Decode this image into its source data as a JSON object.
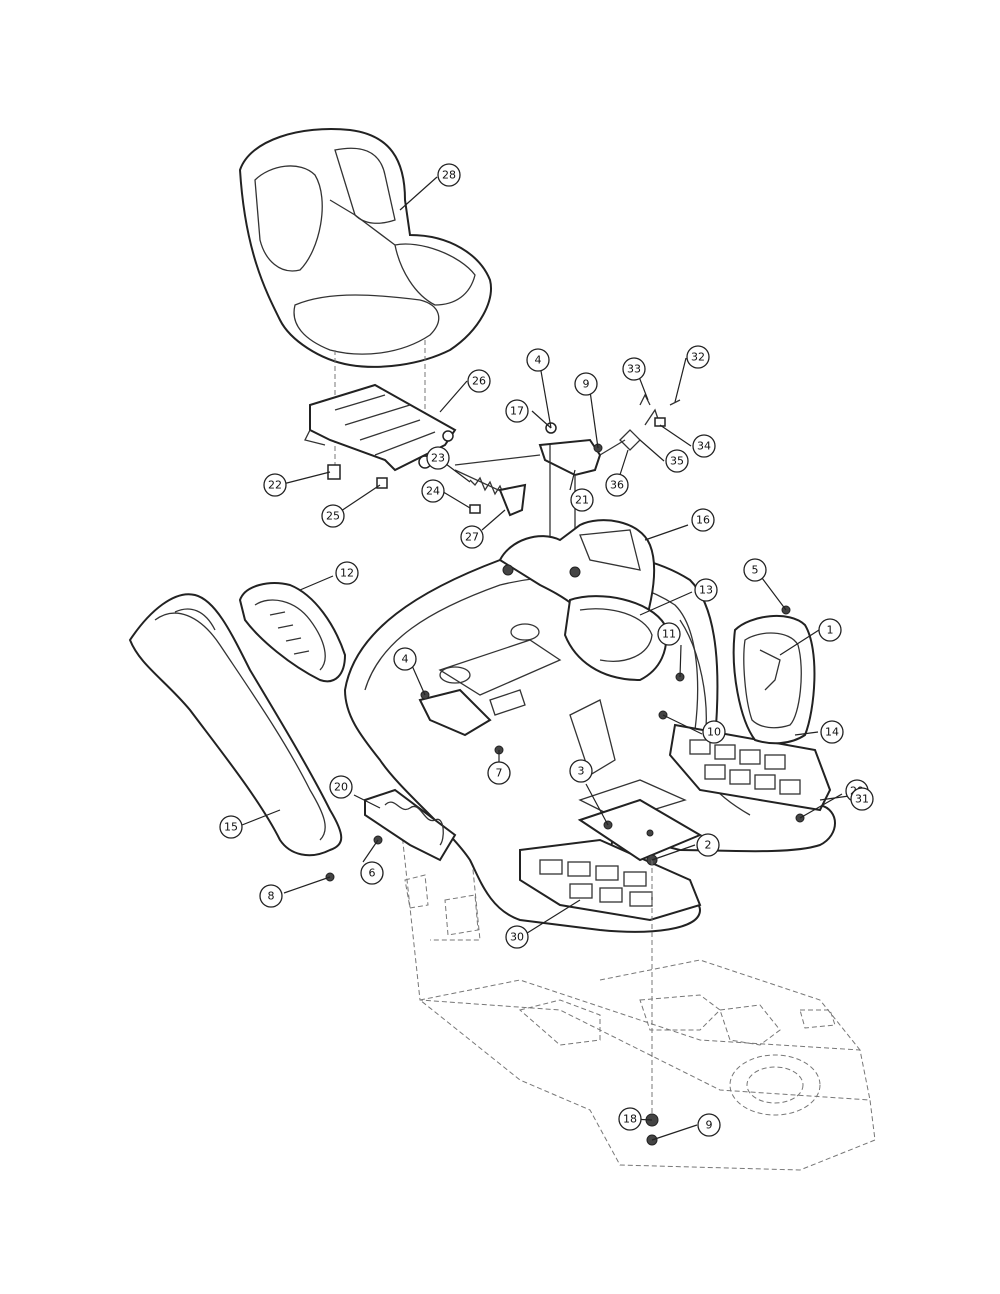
{
  "callouts": [
    {
      "label": "1"
    },
    {
      "label": "2"
    },
    {
      "label": "3"
    },
    {
      "label": "4"
    },
    {
      "label": "4"
    },
    {
      "label": "5"
    },
    {
      "label": "6"
    },
    {
      "label": "7"
    },
    {
      "label": "8"
    },
    {
      "label": "9"
    },
    {
      "label": "9"
    },
    {
      "label": "10"
    },
    {
      "label": "11"
    },
    {
      "label": "12"
    },
    {
      "label": "13"
    },
    {
      "label": "14"
    },
    {
      "label": "15"
    },
    {
      "label": "16"
    },
    {
      "label": "17"
    },
    {
      "label": "18"
    },
    {
      "label": "20"
    },
    {
      "label": "21"
    },
    {
      "label": "22"
    },
    {
      "label": "23"
    },
    {
      "label": "24"
    },
    {
      "label": "25"
    },
    {
      "label": "26"
    },
    {
      "label": "27"
    },
    {
      "label": "28"
    },
    {
      "label": "29"
    },
    {
      "label": "30"
    },
    {
      "label": "31"
    },
    {
      "label": "32"
    },
    {
      "label": "33"
    },
    {
      "label": "34"
    },
    {
      "label": "35"
    },
    {
      "label": "36"
    }
  ]
}
